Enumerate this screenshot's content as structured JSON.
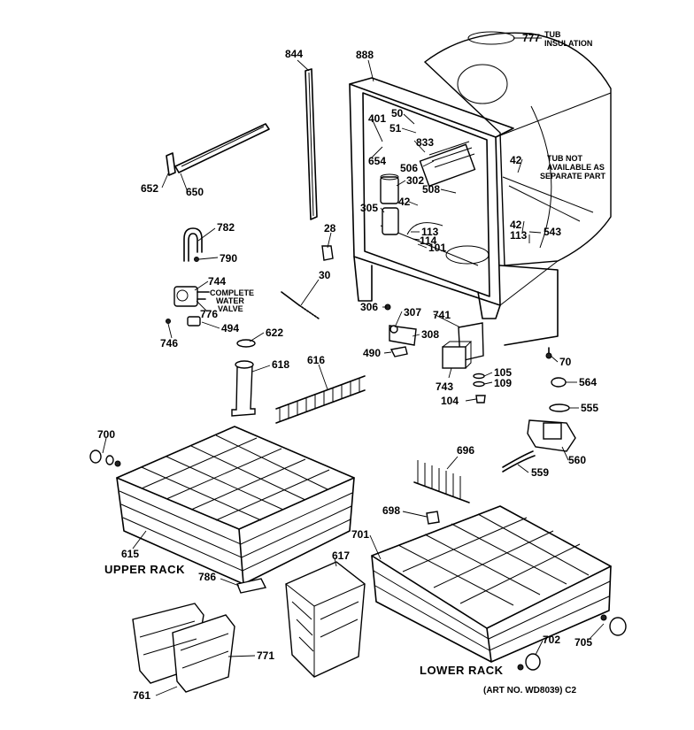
{
  "title": "",
  "art_number": "(ART NO. WD8039) C2",
  "groups": {
    "upper_rack": "UPPER RACK",
    "lower_rack": "LOWER RACK"
  },
  "notes": {
    "tub_insulation": [
      "TUB",
      "INSULATION"
    ],
    "tub_not_available": [
      "TUB NOT",
      "AVAILABLE AS",
      "SEPARATE PART"
    ],
    "complete_water_valve": [
      "COMPLETE",
      "WATER",
      "VALVE"
    ]
  },
  "parts": [
    "777",
    "844",
    "888",
    "401",
    "50",
    "51",
    "833",
    "654",
    "506",
    "302",
    "508",
    "42",
    "305",
    "113",
    "114",
    "101",
    "28",
    "652",
    "650",
    "782",
    "790",
    "744",
    "776",
    "494",
    "746",
    "30",
    "306",
    "307",
    "741",
    "308",
    "490",
    "743",
    "105",
    "109",
    "104",
    "622",
    "618",
    "616",
    "70",
    "564",
    "555",
    "560",
    "559",
    "700",
    "696",
    "698",
    "701",
    "617",
    "786",
    "615",
    "761",
    "771",
    "702",
    "705",
    "543"
  ]
}
